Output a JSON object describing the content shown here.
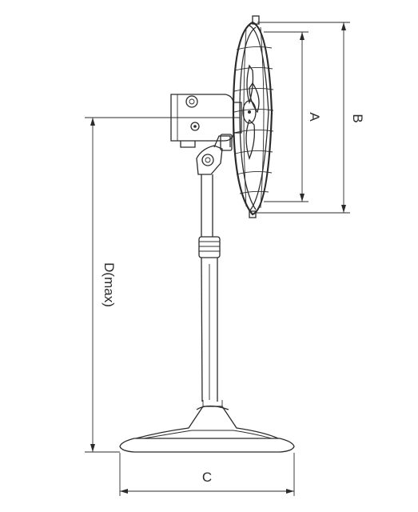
{
  "diagram": {
    "type": "technical-dimension-drawing",
    "subject": "pedestal-fan-side-view",
    "line_color": "#2b2b2b",
    "background": "#ffffff",
    "dimensions": {
      "A": "A",
      "B": "B",
      "C": "C",
      "D": "D(max)"
    }
  }
}
